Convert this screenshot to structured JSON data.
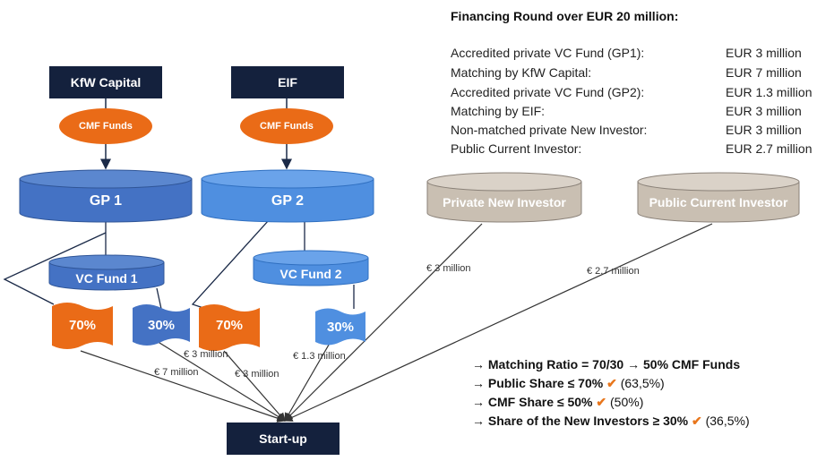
{
  "colors": {
    "navy": "#14213d",
    "orange": "#ea6b17",
    "blue_dark": "#4472c4",
    "blue_light": "#4f8fe0",
    "gray": "#c9bfb2",
    "check": "#e8761c"
  },
  "left_tree": {
    "kfw_label": "KfW Capital",
    "eif_label": "EIF",
    "cmf1_label": "CMF Funds",
    "cmf2_label": "CMF Funds",
    "gp1_label": "GP 1",
    "gp2_label": "GP 2",
    "vc1_label": "VC Fund 1",
    "vc2_label": "VC Fund 2",
    "flag1_label": "70%",
    "flag2_label": "30%",
    "flag3_label": "70%",
    "flag4_label": "30%",
    "startup_label": "Start-up",
    "amounts": {
      "a1": "€ 7 million",
      "a2": "€ 3 million",
      "a3": "€ 3 million",
      "a4": "€ 1.3 million",
      "a5": "€ 3 million",
      "a6": "€ 2.7 million"
    }
  },
  "investors": {
    "private_new": "Private New Investor",
    "public_current": "Public Current Investor"
  },
  "financing": {
    "title": "Financing Round over EUR 20 million:",
    "rows": [
      {
        "label": "Accredited private VC Fund (GP1):",
        "amount": "EUR 3 million"
      },
      {
        "label": "Matching by KfW Capital:",
        "amount": "EUR 7 million"
      },
      {
        "label": "Accredited private VC Fund (GP2):",
        "amount": "EUR 1.3 million"
      },
      {
        "label": "Matching by EIF:",
        "amount": "EUR 3 million"
      },
      {
        "label": "Non-matched private New Investor:",
        "amount": "EUR 3 million"
      },
      {
        "label": "Public Current Investor:",
        "amount": "EUR 2.7 million"
      }
    ]
  },
  "results": [
    {
      "arrow": "→",
      "bold": "Matching Ratio = 70/30 → 50% CMF Funds",
      "check": "",
      "note": ""
    },
    {
      "arrow": "→",
      "bold": "Public Share ≤ 70%",
      "check": "✔",
      "note": "(63,5%)"
    },
    {
      "arrow": "→",
      "bold": "CMF Share ≤ 50%",
      "check": "✔",
      "note": "(50%)"
    },
    {
      "arrow": "→",
      "bold": "Share of the New Investors ≥ 30%",
      "check": "✔",
      "note": "(36,5%)"
    }
  ]
}
